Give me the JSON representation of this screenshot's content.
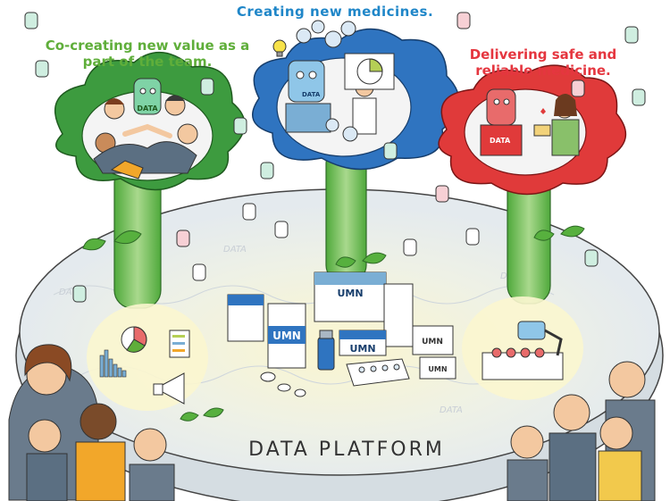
{
  "captions": {
    "top": "Creating new medicines.",
    "left": "Co-creating new value as a part of the team.",
    "right": "Delivering safe and reliable medicine."
  },
  "platform_label": "DATA PLATFORM",
  "box_brand": "UMN",
  "badge_text": "DATA",
  "colors": {
    "green_cloud": "#3d9b3f",
    "blue_cloud": "#2f74c0",
    "red_cloud": "#e03a3a",
    "platform": "#e4eaee",
    "caption_blue": "#1f86c8",
    "caption_green": "#5fae3a",
    "caption_red": "#e5363f"
  },
  "icons": [
    "cloud-icon",
    "tree-trunk-icon",
    "sprout-icon",
    "medicine-box-icon",
    "vial-icon",
    "blister-pack-icon",
    "megaphone-icon",
    "lightbulb-icon",
    "robot-arm-icon",
    "data-mascot-icon",
    "person-icon"
  ]
}
